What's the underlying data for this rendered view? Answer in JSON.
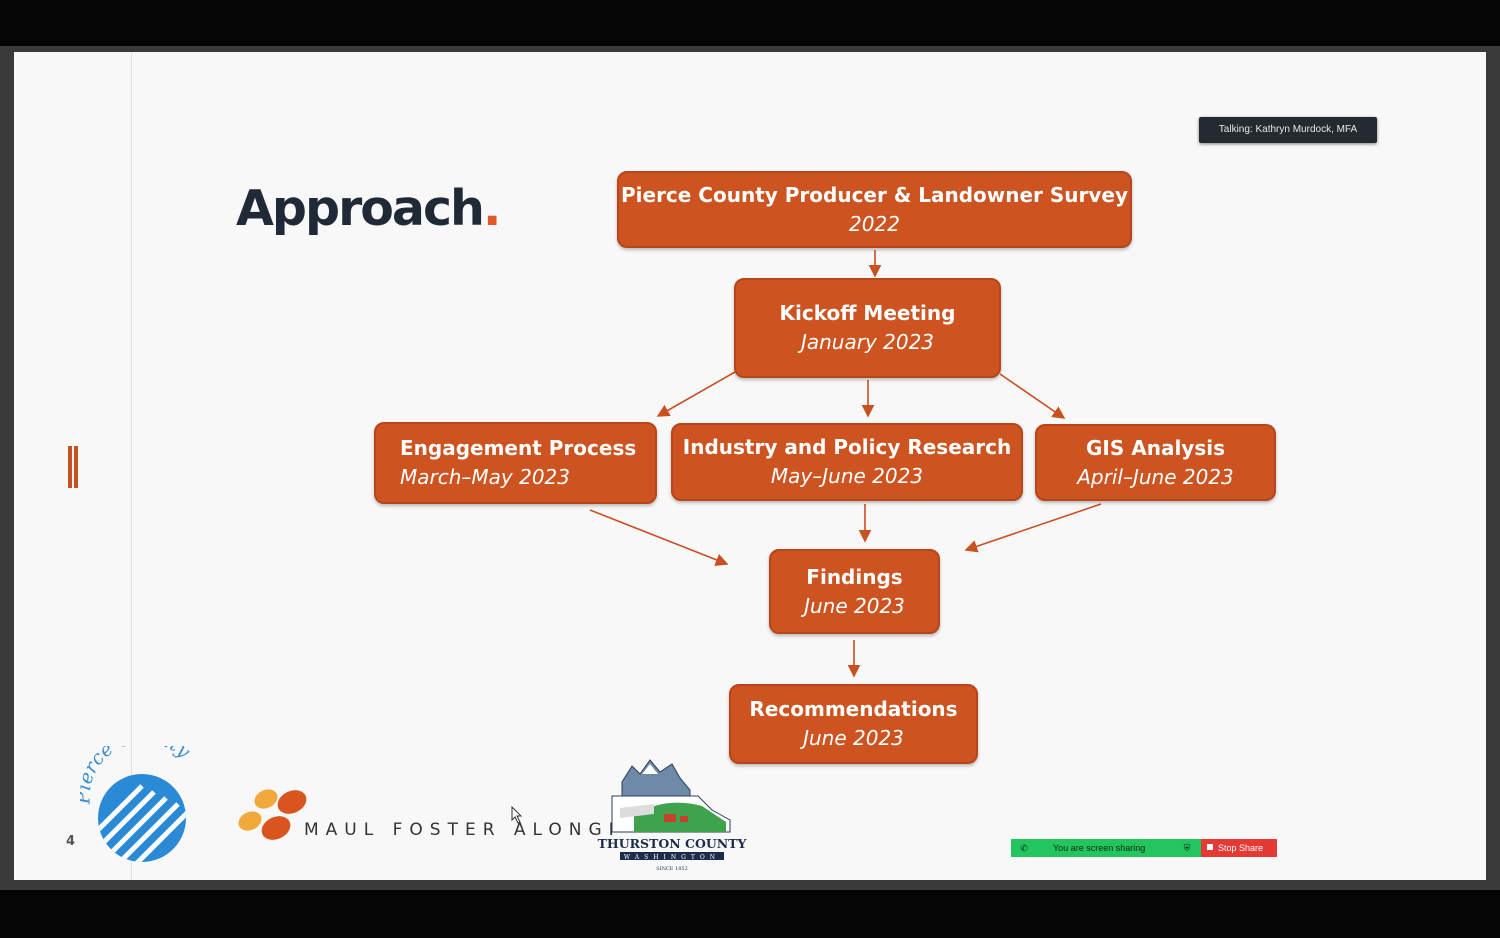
{
  "slide": {
    "title": "Approach",
    "title_dot": ".",
    "page_number": "4"
  },
  "boxes": [
    {
      "id": "survey",
      "title": "Pierce County Producer & Landowner Survey",
      "date": "2022"
    },
    {
      "id": "kickoff",
      "title": "Kickoff Meeting",
      "date": "January 2023"
    },
    {
      "id": "engagement",
      "title": "Engagement Process",
      "date": "March–May 2023"
    },
    {
      "id": "research",
      "title": "Industry and Policy Research",
      "date": "May–June 2023"
    },
    {
      "id": "gis",
      "title": "GIS Analysis",
      "date": "April–June 2023"
    },
    {
      "id": "findings",
      "title": "Findings",
      "date": "June 2023"
    },
    {
      "id": "recommendations",
      "title": "Recommendations",
      "date": "June 2023"
    }
  ],
  "logos": {
    "pierce": "Pierce County",
    "mfa": "MAUL FOSTER ALONGI",
    "thurston": "THURSTON COUNTY",
    "thurston_sub": "WASHINGTON",
    "thurston_since": "SINCE 1852"
  },
  "meeting": {
    "talking": "Talking: Kathryn Murdock, MFA",
    "sharing": "You are screen sharing",
    "stop_share": "Stop Share"
  },
  "colors": {
    "box_fill": "#cd5320",
    "title": "#1f2a36",
    "accent": "#e0592a",
    "share_green": "#22c55e",
    "stop_red": "#e53935"
  }
}
